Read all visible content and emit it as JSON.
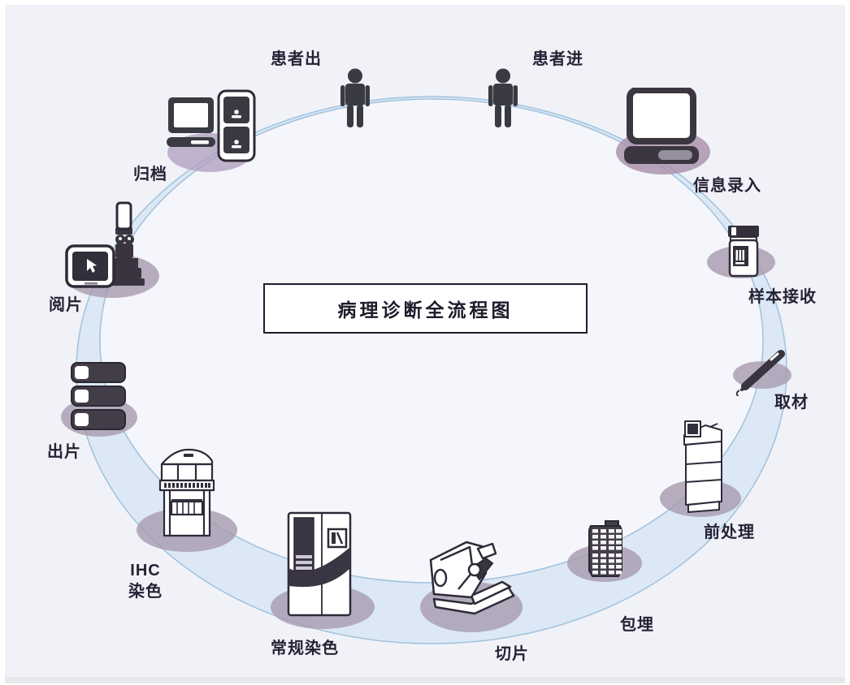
{
  "title": "病理诊断全流程图",
  "stations": [
    {
      "id": "patient-in",
      "label": "患者进",
      "icon": "person-icon"
    },
    {
      "id": "info-entry",
      "label": "信息录入",
      "icon": "laptop-icon"
    },
    {
      "id": "sample-reception",
      "label": "样本接收",
      "icon": "specimen-jar-icon"
    },
    {
      "id": "grossing",
      "label": "取材",
      "icon": "scalpel-icon"
    },
    {
      "id": "pre-processing",
      "label": "前处理",
      "icon": "tissue-processor-icon"
    },
    {
      "id": "embedding",
      "label": "包埋",
      "icon": "cassette-icon"
    },
    {
      "id": "sectioning",
      "label": "切片",
      "icon": "microtome-icon"
    },
    {
      "id": "routine-staining",
      "label": "常规染色",
      "icon": "stainer-machine-icon"
    },
    {
      "id": "ihc-staining",
      "label": "IHC 染色",
      "label_lines": [
        "IHC",
        "染色"
      ],
      "icon": "ihc-stainer-icon"
    },
    {
      "id": "slide-output",
      "label": "出片",
      "icon": "slides-stack-icon"
    },
    {
      "id": "slide-reading",
      "label": "阅片",
      "icon": "monitor-microscope-icon"
    },
    {
      "id": "archiving",
      "label": "归档",
      "icon": "computer-cabinet-icon"
    },
    {
      "id": "patient-out",
      "label": "患者出",
      "icon": "person-icon"
    }
  ],
  "colors": {
    "background": "#f1f2f8",
    "ring_band": "#dce8f5",
    "ring_stroke": "#a3c4de",
    "ring_inner": "#f5f6fb",
    "shadow_purple": "#a79aaf",
    "icon_dark": "#3a3a42",
    "text": "#262236"
  }
}
